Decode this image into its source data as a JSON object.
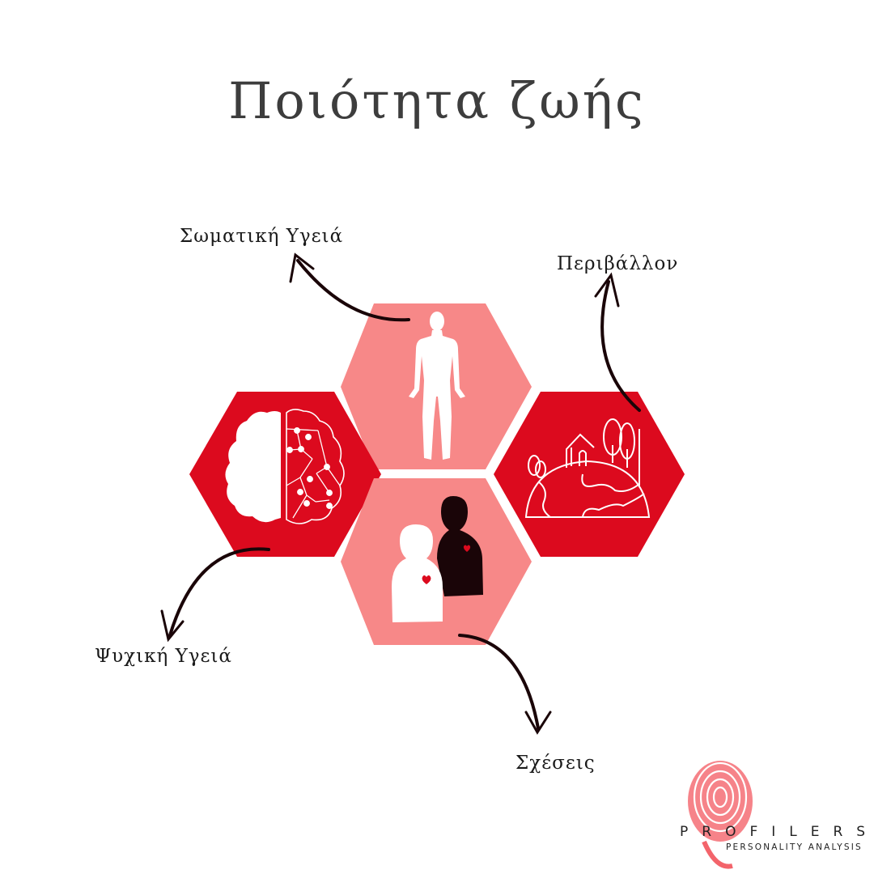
{
  "title": "Ποιότητα ζωής",
  "labels": {
    "physical": "Σωματική Υγειά",
    "environment": "Περιβάλλον",
    "mental": "Ψυχική Υγειά",
    "relationships": "Σχέσεις"
  },
  "logo": {
    "name": "PROFILERS",
    "tagline": "PERSONALITY ANALYSIS"
  },
  "colors": {
    "red": "#dc0a1e",
    "pink": "#f78888",
    "text": "#3d3d3d",
    "arrow": "#1a0508"
  },
  "icons": [
    "human-body-icon",
    "brain-icon",
    "earth-house-icon",
    "couple-hearts-icon",
    "fingerprint-icon"
  ]
}
